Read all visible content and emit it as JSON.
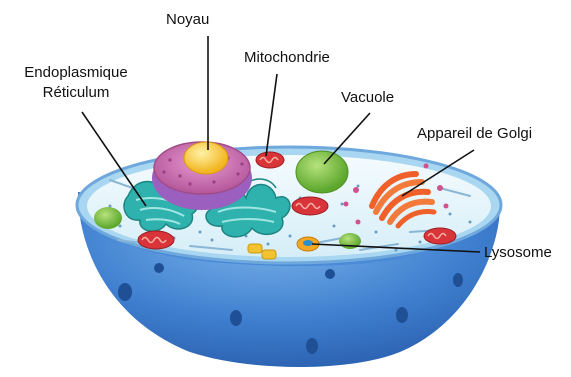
{
  "diagram": {
    "labels": {
      "noyau": "Noyau",
      "mitochondrie": "Mitochondrie",
      "reticulum_line1": "Endoplasmique",
      "reticulum_line2": "Réticulum",
      "vacuole": "Vacuole",
      "golgi": "Appareil de Golgi",
      "lysosome": "Lysosome"
    },
    "colors": {
      "cell_outer": "#3f7fcf",
      "cell_inner_wall": "#5b9be0",
      "cytoplasm": "#e8f6fb",
      "membrane_rim": "#9ad0ee",
      "nucleus_envelope": "#c96fb1",
      "nucleolus": "#f6c73a",
      "mitochondria": "#d8343a",
      "vacuole": "#7cc243",
      "golgi": "#f0602a",
      "er": "#28a9a6",
      "lysosome": "#f5a623",
      "leader_line": "#111111"
    }
  }
}
